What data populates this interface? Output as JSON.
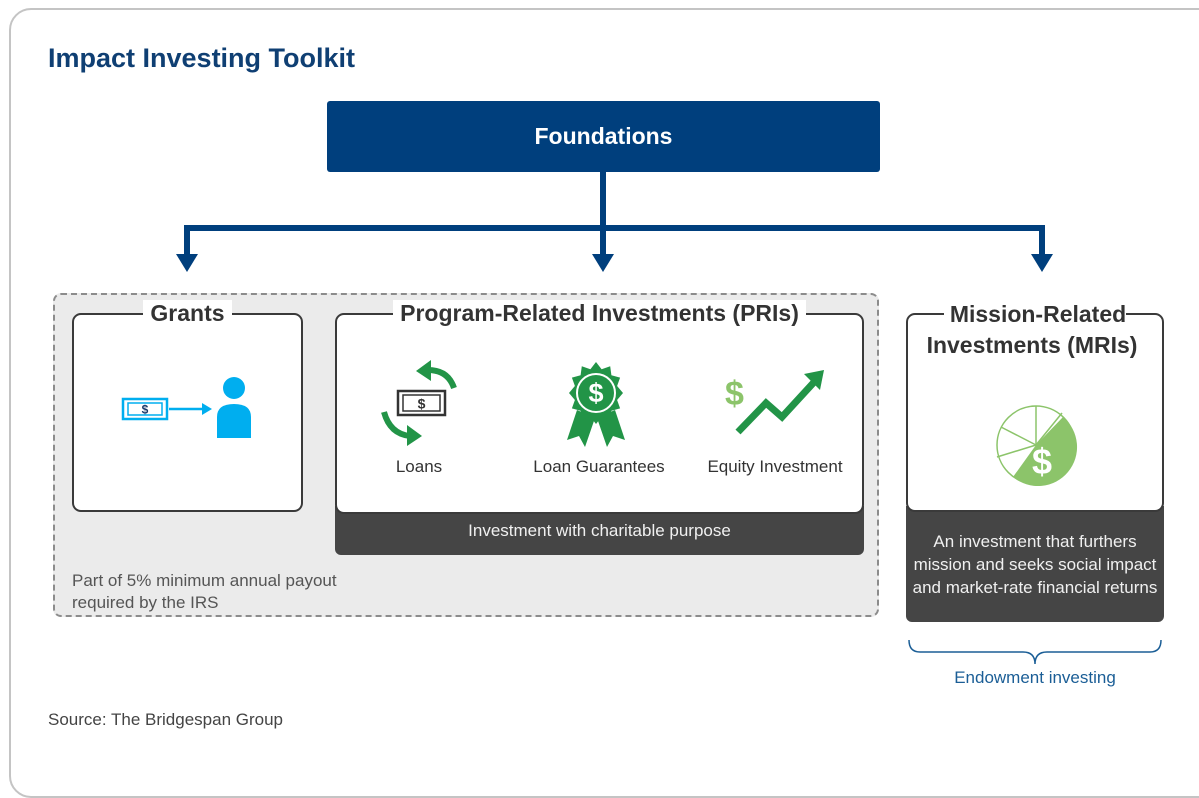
{
  "title": "Impact Investing Toolkit",
  "root": {
    "label": "Foundations"
  },
  "grants": {
    "title": "Grants"
  },
  "pri": {
    "title": "Program-Related Investments (PRIs)",
    "items": [
      {
        "label": "Loans",
        "icon": "loan-cycle-icon"
      },
      {
        "label": "Loan Guarantees",
        "icon": "guarantee-badge-icon"
      },
      {
        "label": "Equity Investment",
        "icon": "growth-arrow-icon"
      }
    ],
    "description": "Investment with charitable purpose"
  },
  "mri": {
    "title": "Mission-Related Investments (MRIs)",
    "icon": "pie-dollar-icon",
    "description": "An investment that furthers mission and seeks social impact and market-rate financial returns"
  },
  "payout_note": "Part of 5% minimum annual payout required by the IRS",
  "endowment_label": "Endowment investing",
  "source": "Source: The Bridgespan Group",
  "colors": {
    "navy": "#003f7d",
    "title_blue": "#0f3f73",
    "green": "#229447",
    "light_green": "#8cc46a",
    "cyan": "#00aeef",
    "dark_band": "#454545",
    "payout_bg": "#ebebeb"
  }
}
